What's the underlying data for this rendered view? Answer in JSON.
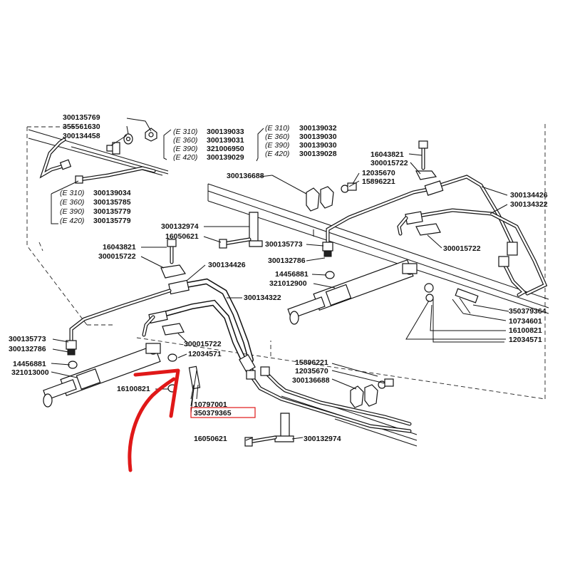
{
  "callouts": {
    "p300135769": "300135769",
    "p355561630": "355561630",
    "p300134458": "300134458",
    "top_left_group": [
      {
        "variant": "(E 310)",
        "code": "300139033"
      },
      {
        "variant": "(E 360)",
        "code": "300139031"
      },
      {
        "variant": "(E 390)",
        "code": "321006950"
      },
      {
        "variant": "(E 420)",
        "code": "300139029"
      }
    ],
    "top_right_group": [
      {
        "variant": "(E 310)",
        "code": "300139032"
      },
      {
        "variant": "(E 360)",
        "code": "300139030"
      },
      {
        "variant": "(E 390)",
        "code": "300139030"
      },
      {
        "variant": "(E 420)",
        "code": "300139028"
      }
    ],
    "left_group": [
      {
        "variant": "(E 310)",
        "code": "300139034"
      },
      {
        "variant": "(E 360)",
        "code": "300135785"
      },
      {
        "variant": "(E 390)",
        "code": "300135779"
      },
      {
        "variant": "(E 420)",
        "code": "300135779"
      }
    ],
    "p300136688_top": "300136688",
    "p12035670_top": "12035670",
    "p15896221_top": "15896221",
    "p16043821_right": "16043821",
    "p300015722_right": "300015722",
    "p300134426_right": "300134426",
    "p300134322_right": "300134322",
    "p300132974_top": "300132974",
    "p16050621_top": "16050621",
    "p16043821_left": "16043821",
    "p300015722_left": "300015722",
    "p300134426_mid": "300134426",
    "p300135773_mid": "300135773",
    "p300132786_mid": "300132786",
    "p14456881_mid": "14456881",
    "p321012900": "321012900",
    "p300134322_mid": "300134322",
    "p300015722_right_mid": "300015722",
    "p350379364": "350379364",
    "p10734601": "10734601",
    "p16100821_right": "16100821",
    "p12034571_right": "12034571",
    "p300135773_left": "300135773",
    "p300132786_left": "300132786",
    "p14456881_left": "14456881",
    "p321013000": "321013000",
    "p300015722_low": "300015722",
    "p12034571_low": "12034571",
    "p16100821_low": "16100821",
    "p10797001": "10797001",
    "p350379365": "350379365",
    "p15896221_bottom": "15896221",
    "p12035670_bottom": "12035670",
    "p300136688_bottom": "300136688",
    "p16050621_bottom": "16050621",
    "p300132974_bottom": "300132974"
  },
  "highlight": {
    "arrow_color": "#e01818",
    "box_color": "#e01818",
    "highlighted_part": "350379365"
  }
}
